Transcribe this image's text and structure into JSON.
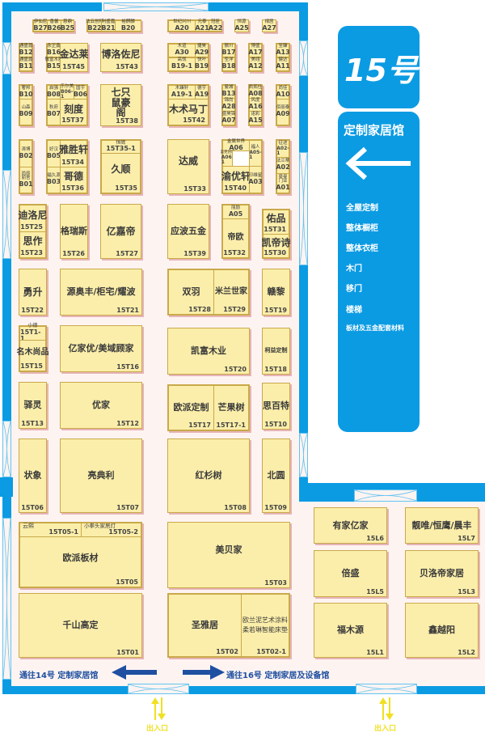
{
  "hall": {
    "number": "15号",
    "name": "定制家居馆",
    "direction_icon": "arrow-left-icon",
    "categories": [
      "全屋定制",
      "整体橱柜",
      "整体衣柜",
      "木门",
      "移门",
      "楼梯",
      "板材及五金配套材料"
    ]
  },
  "navigation": {
    "to_left": "通往14号 定制家居馆",
    "to_right": "通往16号 定制家居及设备馆",
    "exits": [
      "出入口",
      "出入口"
    ]
  },
  "colors": {
    "wall": "#0b9be3",
    "floor": "#fdf4f2",
    "booth": "#fbeeaa",
    "booth_border": "#c9a94a",
    "nav_arrow": "#1f4fa0",
    "exit_arrow": "#f0e020"
  },
  "booths": {
    "b27": {
      "name": "伊仙尼",
      "code": "B27"
    },
    "b26": {
      "name": "香馨",
      "code": "B26"
    },
    "b25": {
      "name": "恩鼎",
      "code": "B25"
    },
    "b22": {
      "name": "法云创科",
      "code": "B22"
    },
    "b21": {
      "name": "利盛嘉",
      "code": "B21"
    },
    "b20": {
      "name": "裕麒麟",
      "code": "B20"
    },
    "b12": {
      "name": "通盛源",
      "code": "B12"
    },
    "b11": {
      "name": "通盛源",
      "code": "B11"
    },
    "b16": {
      "name": "永正鑫",
      "code": "B16"
    },
    "b15": {
      "name": "敬富木器",
      "code": "B15"
    },
    "t45": {
      "name": "金达莱",
      "code": "15T45"
    },
    "t43": {
      "name": "博洛佐尼",
      "code": "15T43"
    },
    "b10": {
      "name": "奢邦",
      "code": "B10"
    },
    "b09": {
      "name": "山森",
      "code": "B09"
    },
    "b08": {
      "name": "启强",
      "code": "B08"
    },
    "b061": {
      "name": "乐尔美",
      "code": "B06-1"
    },
    "b06": {
      "name": "国宇",
      "code": "B06"
    },
    "b07": {
      "name": "秋府",
      "code": "B07"
    },
    "t37": {
      "name": "刻度",
      "code": "15T37"
    },
    "t38": {
      "name": "七只鼠豪阁",
      "code": "15T38"
    },
    "a20": {
      "name": "世纪兴川",
      "code": "A20"
    },
    "a21": {
      "name": "元泰",
      "code": "A21"
    },
    "a22": {
      "name": "冠臣",
      "code": "A22"
    },
    "a25": {
      "name": "恒源",
      "code": "A25"
    },
    "a27": {
      "name": "禄居",
      "code": "A27"
    },
    "a30": {
      "name": "木道",
      "code": "A30"
    },
    "a29": {
      "name": "捷昊",
      "code": "A29"
    },
    "b191": {
      "name": "高瓴",
      "code": "B19-1"
    },
    "b19": {
      "name": "快叶",
      "code": "B19"
    },
    "b17": {
      "name": "振川",
      "code": "B17"
    },
    "b18": {
      "name": "圣洋",
      "code": "B18"
    },
    "a17": {
      "name": "博盛",
      "code": "A17"
    },
    "a12": {
      "name": "美翊",
      "code": "A12"
    },
    "a13": {
      "name": "至臻",
      "code": "A13"
    },
    "a11": {
      "name": "健达",
      "code": "A11"
    },
    "a191": {
      "name": "木臻轩",
      "code": "A19-1"
    },
    "a19": {
      "name": "德宇",
      "code": "A19"
    },
    "t42": {
      "name": "木术马丁",
      "code": "15T42"
    },
    "b13": {
      "name": "曼城",
      "code": "B13"
    },
    "a28": {
      "name": "锦尚",
      "code": "A28"
    },
    "a07": {
      "name": "盛昊锦",
      "code": "A07"
    },
    "a08": {
      "name": "凯拓仕",
      "code": "A08"
    },
    "a16": {
      "name": "风度",
      "code": "A16"
    },
    "a15": {
      "name": "诺彩",
      "code": "A15"
    },
    "a10": {
      "name": "尚佳",
      "code": "A10"
    },
    "a09": {
      "name": "佰丽泰",
      "code": "A09"
    },
    "b02": {
      "name": "涛博",
      "code": "B02"
    },
    "b01": {
      "name": "尚辰丽舍",
      "code": "B01"
    },
    "b05": {
      "name": "好汉",
      "code": "B05"
    },
    "t34": {
      "name": "雅胜轩",
      "code": "15T34"
    },
    "b03": {
      "name": "福久源",
      "code": "B03"
    },
    "t36": {
      "name": "哥德",
      "code": "15T36"
    },
    "t351": {
      "name": "恒辉",
      "code": "15T35-1"
    },
    "t35": {
      "name": "久顺",
      "code": "15T35"
    },
    "t33": {
      "name": "达威",
      "code": "15T33"
    },
    "a06": {
      "name": "金属世界",
      "code": "A06"
    },
    "a051": {
      "name": "福人",
      "code": "A05-1"
    },
    "a061": {
      "name": "美克创新",
      "code": "A06-1"
    },
    "t40": {
      "name": "渝优轩",
      "code": "15T40"
    },
    "a03": {
      "name": "印维星",
      "code": "A03"
    },
    "a021": {
      "name": "征途",
      "code": "A02-1"
    },
    "a02": {
      "name": "法兰蒂",
      "code": "A02"
    },
    "a01": {
      "name": "豪曼门业",
      "code": "A01"
    },
    "t25": {
      "name": "迪洛尼",
      "code": "15T25"
    },
    "t23": {
      "name": "思作",
      "code": "15T23"
    },
    "t26": {
      "name": "格瑞斯",
      "code": "15T26"
    },
    "t27": {
      "name": "亿嘉帝",
      "code": "15T27"
    },
    "t39": {
      "name": "应波五金",
      "code": "15T39"
    },
    "a05": {
      "name": "丽励",
      "code": "A05"
    },
    "t32": {
      "name": "帝欧",
      "code": "15T32"
    },
    "t31": {
      "name": "佑品",
      "code": "15T31"
    },
    "t30": {
      "name": "凯帝诗",
      "code": "15T30"
    },
    "t22": {
      "name": "勇升",
      "code": "15T22"
    },
    "t21": {
      "name": "源奥丰/柜宅/耀波",
      "code": "15T21"
    },
    "t28": {
      "name": "双羽",
      "code": "15T28"
    },
    "t29": {
      "name": "米兰世家",
      "code": "15T29"
    },
    "t19": {
      "name": "赣黎",
      "code": "15T19"
    },
    "t11": {
      "name": "小德",
      "code": "15T1-1"
    },
    "t15": {
      "name": "名木尚品",
      "code": "15T15"
    },
    "t16": {
      "name": "亿家优/美域顾家",
      "code": "15T16"
    },
    "t20": {
      "name": "凯富木业",
      "code": "15T20"
    },
    "t18": {
      "name": "柯益定制",
      "code": "15T18"
    },
    "t13": {
      "name": "驿灵",
      "code": "15T13"
    },
    "t12": {
      "name": "优家",
      "code": "15T12"
    },
    "t17": {
      "name": "欧派定制",
      "code": "15T17"
    },
    "t171": {
      "name": "芒果树",
      "code": "15T17-1"
    },
    "t10": {
      "name": "思百特",
      "code": "15T10"
    },
    "t06": {
      "name": "状象",
      "code": "15T06"
    },
    "t07": {
      "name": "亮典利",
      "code": "15T07"
    },
    "t08": {
      "name": "红杉树",
      "code": "15T08"
    },
    "t09": {
      "name": "北圆",
      "code": "15T09"
    },
    "t051": {
      "name": "云熙",
      "code": "15T05-1"
    },
    "t052": {
      "name": "小拳头家居灯",
      "code": "15T05-2"
    },
    "t05": {
      "name": "欧派板材",
      "code": "15T05"
    },
    "t03": {
      "name": "美贝家",
      "code": "15T03"
    },
    "t01": {
      "name": "千山高定",
      "code": "15T01"
    },
    "t02": {
      "name": "圣雅居",
      "code": "15T02"
    },
    "t021": {
      "name_line1": "欧兰泥艺术涂料",
      "name_line2": "柔若琳智能床垫",
      "code": "15T02-1"
    },
    "l6": {
      "name": "有家亿家",
      "code": "15L6"
    },
    "l7": {
      "name": "靓唯/恒鹰/晨丰",
      "code": "15L7"
    },
    "l5": {
      "name": "倍盛",
      "code": "15L5"
    },
    "l3": {
      "name": "贝洛帝家居",
      "code": "15L3"
    },
    "l1": {
      "name": "福木源",
      "code": "15L1"
    },
    "l2": {
      "name": "鑫越阳",
      "code": "15L2"
    }
  }
}
